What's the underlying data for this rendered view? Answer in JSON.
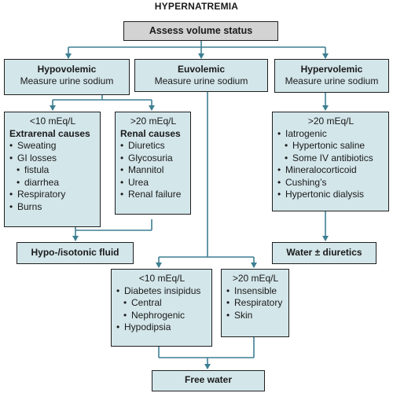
{
  "title": "HYPERNATREMIA",
  "assess": "Assess volume status",
  "hypovolemic": {
    "heading": "Hypovolemic",
    "sub": "Measure urine sodium"
  },
  "euvolemic": {
    "heading": "Euvolemic",
    "sub": "Measure urine sodium"
  },
  "hypervolemic": {
    "heading": "Hypervolemic",
    "sub": "Measure urine sodium"
  },
  "extrarenal": {
    "threshold": "<10 mEq/L",
    "heading": "Extrarenal causes",
    "items": [
      "Sweating",
      "GI losses",
      "fistula",
      "diarrhea",
      "Respiratory",
      "Burns"
    ]
  },
  "renal": {
    "threshold": ">20 mEq/L",
    "heading": "Renal causes",
    "items": [
      "Diuretics",
      "Glycosuria",
      "Mannitol",
      "Urea",
      "Renal failure"
    ]
  },
  "hyper_causes": {
    "threshold": ">20 mEq/L",
    "items": [
      "Iatrogenic",
      "Hypertonic saline",
      "Some IV antibiotics",
      "Mineralocorticoid",
      "Cushing’s",
      "Hypertonic dialysis"
    ]
  },
  "hypo_iso_fluid": "Hypo-/isotonic fluid",
  "water_diuretics": "Water ± diuretics",
  "eu_low": {
    "threshold": "<10 mEq/L",
    "items": [
      "Diabetes insipidus",
      "Central",
      "Nephrogenic",
      "Hypodipsia"
    ]
  },
  "eu_high": {
    "threshold": ">20 mEq/L",
    "items": [
      "Insensible",
      "Respiratory",
      "Skin"
    ]
  },
  "free_water": "Free water",
  "colors": {
    "box_fill": "#d3e6ea",
    "header_fill": "#d3d3d3",
    "arrow": "#3d7f92",
    "border": "#1f1f1f"
  }
}
